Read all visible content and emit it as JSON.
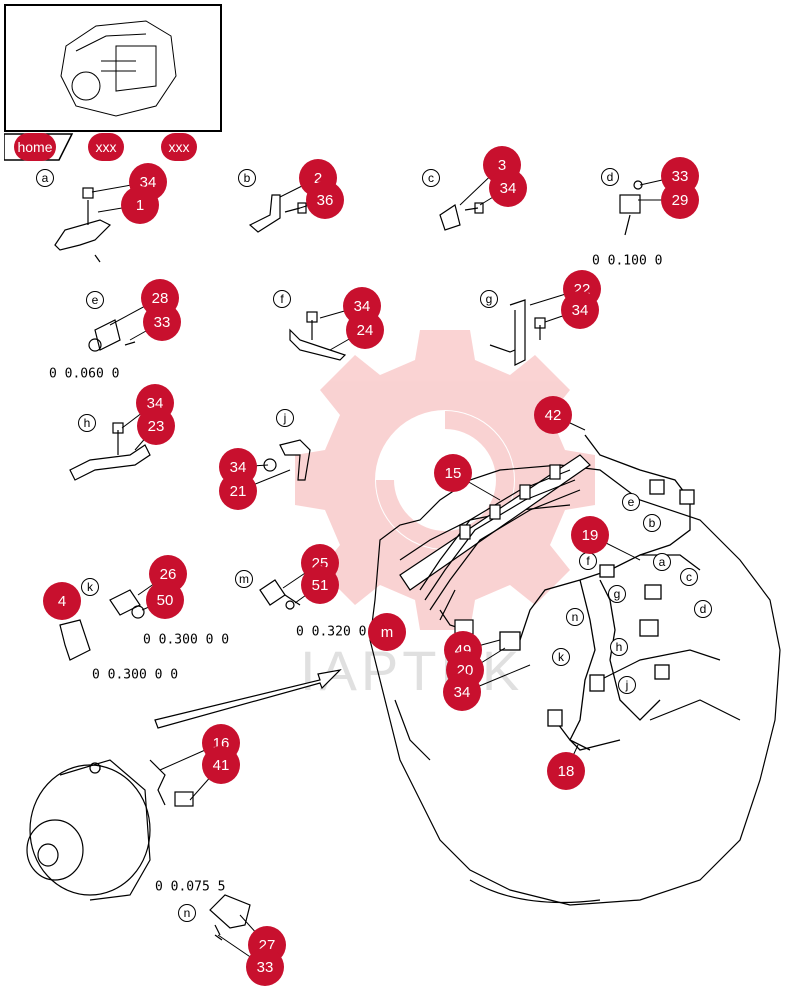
{
  "nav": {
    "home": "home",
    "link1": "xxx",
    "link2": "xxx"
  },
  "watermark": "IAPTEK",
  "letters": [
    "a",
    "b",
    "c",
    "d",
    "e",
    "f",
    "g",
    "h",
    "j",
    "k",
    "m",
    "n"
  ],
  "callouts": [
    "34",
    "1",
    "2",
    "36",
    "3",
    "34",
    "33",
    "29",
    "28",
    "33",
    "34",
    "24",
    "22",
    "34",
    "34",
    "23",
    "42",
    "34",
    "21",
    "15",
    "19",
    "26",
    "50",
    "4",
    "25",
    "51",
    "49",
    "20",
    "34",
    "16",
    "41",
    "18",
    "27",
    "33",
    "m"
  ],
  "quantities": [
    "0 0.100 0",
    "0 0.060 0",
    "0 0.300 0 0",
    "0 0.300 0 0",
    "0 0.320 0",
    "0 0.075 5"
  ],
  "colors": {
    "callout": "#c8102e",
    "watermark": "#f4b6b6",
    "line": "#000000"
  }
}
